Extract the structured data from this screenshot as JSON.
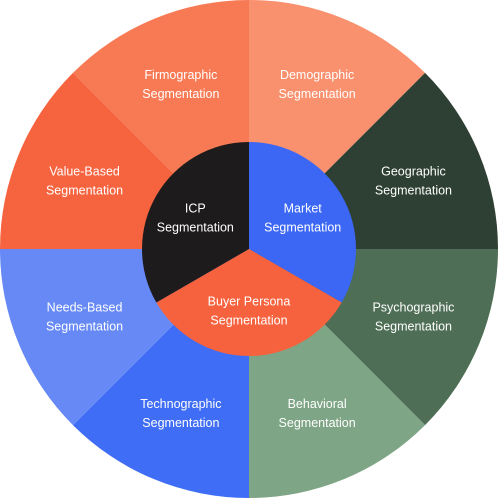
{
  "outer_ring": [
    {
      "id": "firmographic",
      "lines": [
        "Firmographic",
        "Segmentation"
      ],
      "color": "#F77A55"
    },
    {
      "id": "demographic",
      "lines": [
        "Demographic",
        "Segmentation"
      ],
      "color": "#F9906E"
    },
    {
      "id": "geographic",
      "lines": [
        "Geographic",
        "Segmentation"
      ],
      "color": "#2E3F33"
    },
    {
      "id": "psychographic",
      "lines": [
        "Psychographic",
        "Segmentation"
      ],
      "color": "#4E6E55"
    },
    {
      "id": "behavioral",
      "lines": [
        "Behavioral",
        "Segmentation"
      ],
      "color": "#7EA585"
    },
    {
      "id": "technographic",
      "lines": [
        "Technographic",
        "Segmentation"
      ],
      "color": "#3F6DF5"
    },
    {
      "id": "needs-based",
      "lines": [
        "Needs-Based",
        "Segmentation"
      ],
      "color": "#6689F5"
    },
    {
      "id": "value-based",
      "lines": [
        "Value-Based",
        "Segmentation"
      ],
      "color": "#F6633F"
    }
  ],
  "inner_ring": [
    {
      "id": "market",
      "lines": [
        "Market",
        "Segmentation"
      ],
      "color": "#3B67F4"
    },
    {
      "id": "buyer-persona",
      "lines": [
        "Buyer Persona",
        "Segmentation"
      ],
      "color": "#F6623E"
    },
    {
      "id": "icp",
      "lines": [
        "ICP",
        "Segmentation"
      ],
      "color": "#1E1B1C"
    }
  ]
}
